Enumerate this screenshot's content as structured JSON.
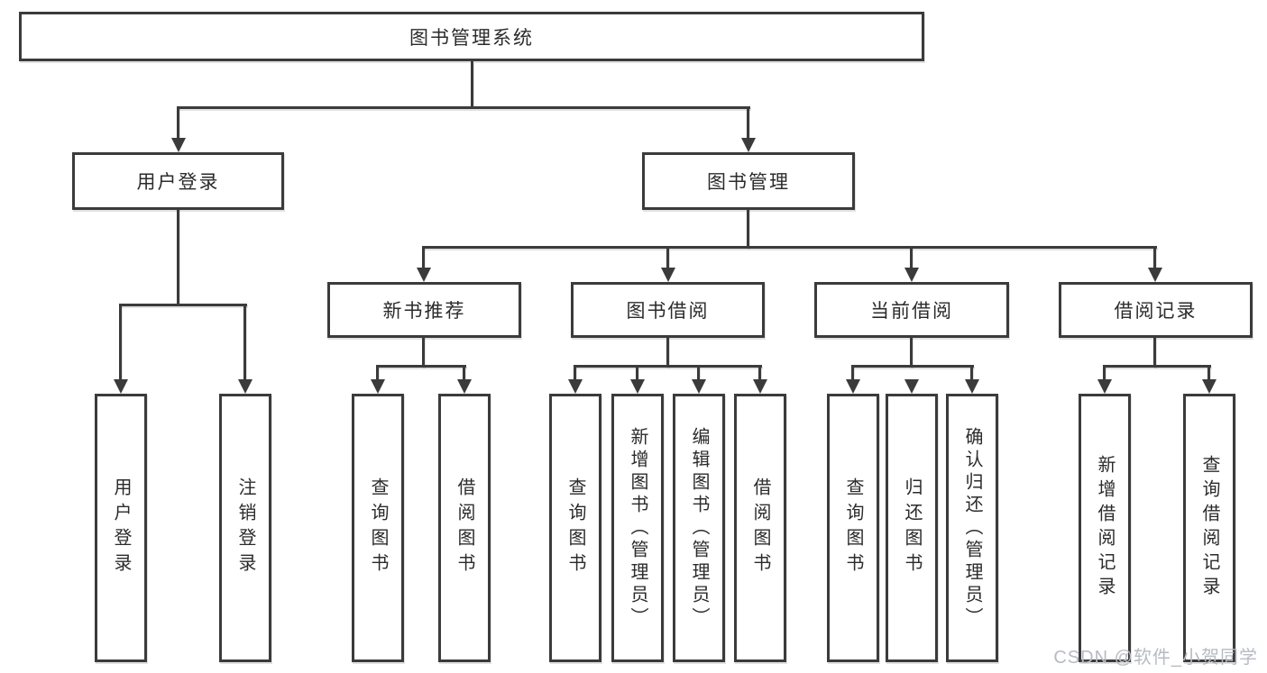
{
  "nodes": {
    "root": "图书管理系统",
    "login": "用户登录",
    "management": "图书管理",
    "newbook": "新书推荐",
    "borrow": "图书借阅",
    "current": "当前借阅",
    "records": "借阅记录",
    "login_children": [
      "用户登录",
      "注销登录"
    ],
    "newbook_children": [
      "查询图书",
      "借阅图书"
    ],
    "borrow_children": [
      "查询图书",
      "新增图书（管理员）",
      "编辑图书（管理员）",
      "借阅图书"
    ],
    "current_children": [
      "查询图书",
      "归还图书",
      "确认归还（管理员）"
    ],
    "records_children": [
      "新增借阅记录",
      "查询借阅记录"
    ]
  },
  "watermark": "CSDN @软件_小贺同学",
  "colors": {
    "line": "#3b3b3b",
    "text": "#2b2b2b",
    "watermark": "#b7bbc1",
    "background": "#ffffff"
  }
}
